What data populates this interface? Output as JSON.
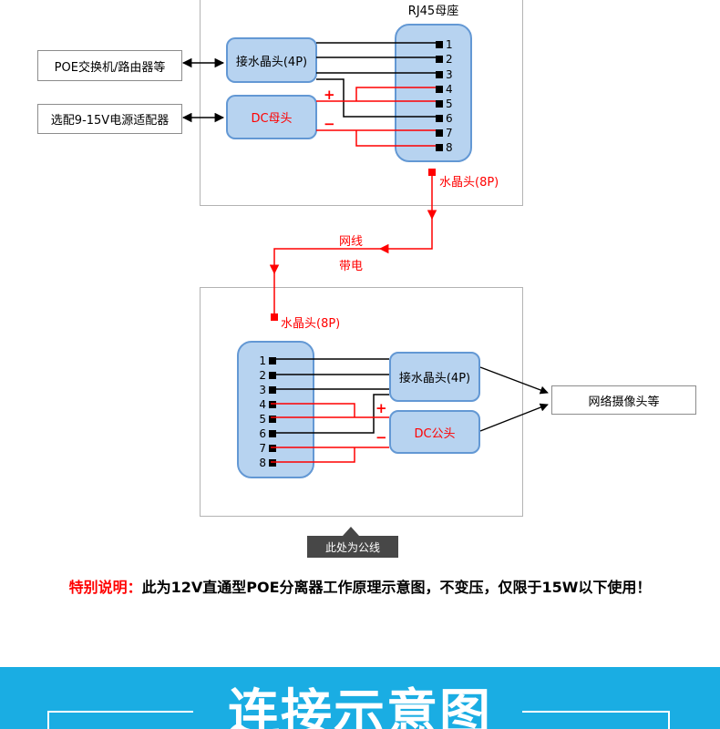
{
  "top": {
    "poe_label": "POE交换机/路由器等",
    "adapter_label": "选配9-15V电源适配器",
    "crystal4p_label": "接水晶头(4P)",
    "dc_female_label": "DC母头",
    "rj45_label": "RJ45母座",
    "pins": [
      "1",
      "2",
      "3",
      "4",
      "5",
      "6",
      "7",
      "8"
    ],
    "plus": "+",
    "minus": "−",
    "crystal8p_label": "水晶头(8P)"
  },
  "middle": {
    "cable_label": "网线",
    "powered_label": "带电",
    "crystal8p_label": "水晶头(8P)"
  },
  "bottom": {
    "pins": [
      "1",
      "2",
      "3",
      "4",
      "5",
      "6",
      "7",
      "8"
    ],
    "crystal4p_label": "接水晶头(4P)",
    "dc_male_label": "DC公头",
    "camera_label": "网络摄像头等",
    "plus": "+",
    "minus": "−",
    "tooltip": "此处为公线"
  },
  "note": {
    "prefix": "特别说明：",
    "body": "此为12V直通型POE分离器工作原理示意图，不变压，仅限于15W以下使用！"
  },
  "banner": {
    "title": "连接示意图"
  },
  "colors": {
    "banner_blue": "#1aade3",
    "wire_red": "#ff0000",
    "wire_black": "#000000",
    "node_fill": "#b7d3f0",
    "node_border": "#6398d4",
    "tooltip_bg": "#474747",
    "container_border": "#b3b3b3"
  }
}
